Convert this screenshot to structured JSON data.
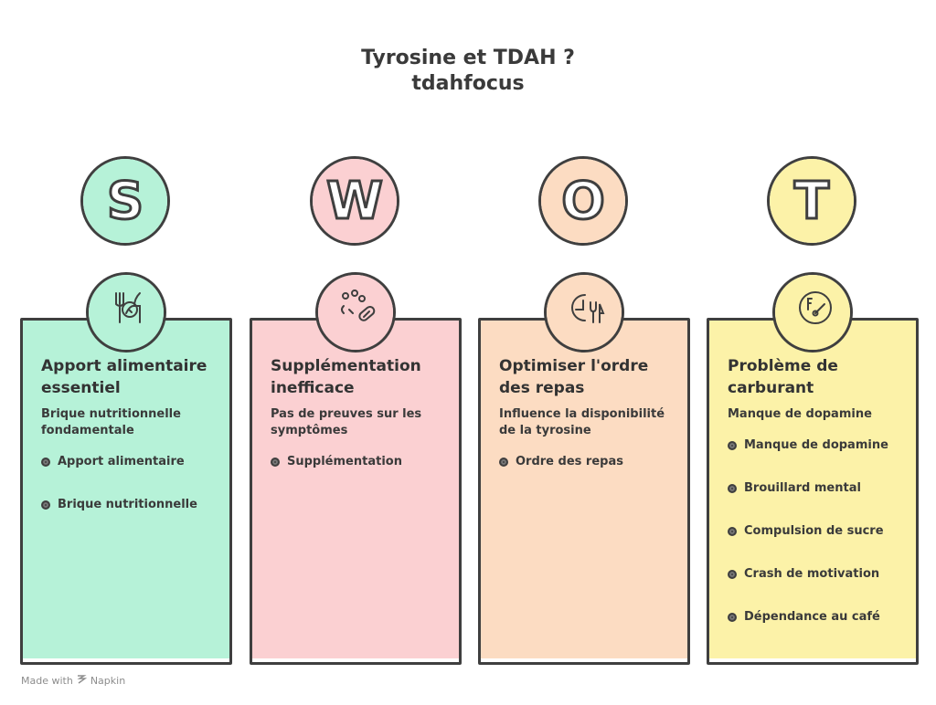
{
  "header": {
    "title_line1": "Tyrosine et TDAH ?",
    "title_line2": "tdahfocus"
  },
  "columns": [
    {
      "letter": "S",
      "color": "#b6f2d8",
      "icon": "fork-knife-leaf-icon",
      "title": "Apport alimentaire essentiel",
      "subtitle": "Brique nutritionnelle fondamentale",
      "bullets": [
        "Apport alimentaire",
        "Brique nutritionnelle"
      ]
    },
    {
      "letter": "W",
      "color": "#fbd0d2",
      "icon": "pills-capsule-icon",
      "title": "Supplémentation inefficace",
      "subtitle": "Pas de preuves sur les symptômes",
      "bullets": [
        "Supplémentation"
      ]
    },
    {
      "letter": "O",
      "color": "#fcdcc2",
      "icon": "clock-meal-icon",
      "title": "Optimiser l'ordre des repas",
      "subtitle": "Influence la disponibilité de la tyrosine",
      "bullets": [
        "Ordre des repas"
      ]
    },
    {
      "letter": "T",
      "color": "#fcf2a8",
      "icon": "empty-fuel-gauge-icon",
      "title": "Problème de carburant",
      "subtitle": "Manque de dopamine",
      "bullets": [
        "Manque de dopamine",
        "Brouillard mental",
        "Compulsion de sucre",
        "Crash de motivation",
        "Dépendance au café"
      ]
    }
  ],
  "footer": {
    "made_with": "Made with",
    "brand": "Napkin"
  }
}
